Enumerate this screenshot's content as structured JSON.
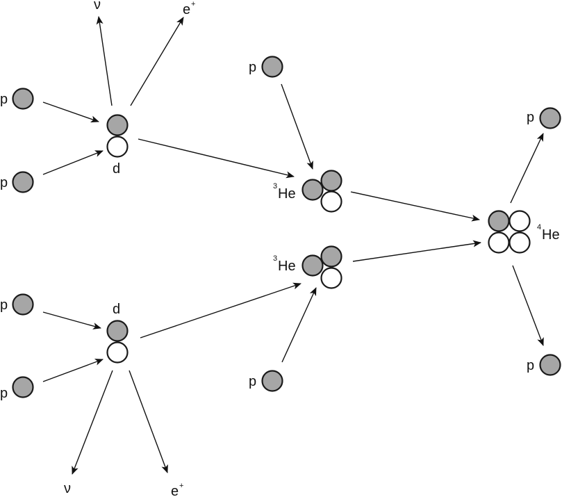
{
  "labels": {
    "p": "p",
    "d": "d",
    "nu": "ν",
    "e": "e",
    "e_sup": "+",
    "he3_mass": "3",
    "he4_mass": "4",
    "he": "He"
  },
  "colors": {
    "proton": "#a6a6a6",
    "neutron": "#ffffff",
    "outline": "#1a1a1a"
  }
}
